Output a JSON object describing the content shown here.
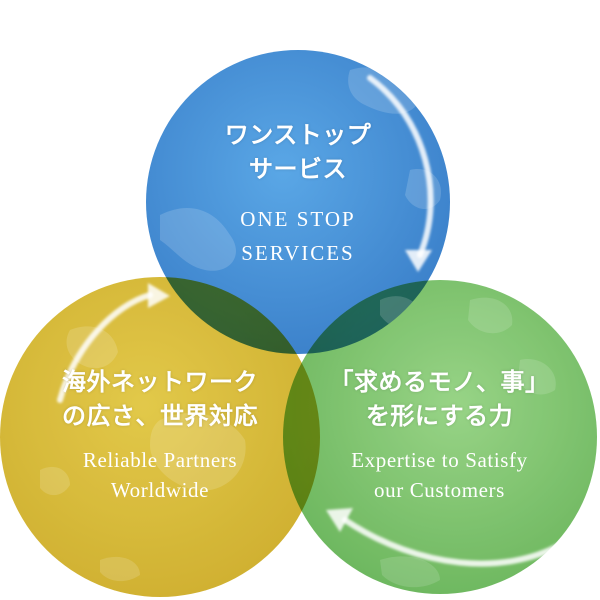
{
  "colors": {
    "blue": "#3f8bd2",
    "yellow": "#d2b52a",
    "green": "#6cbc5c",
    "text": "#ffffff"
  },
  "circles": {
    "top": {
      "jp_line1": "ワンストップ",
      "jp_line2": "サービス",
      "en_line1": "ONE STOP",
      "en_line2": "SERVICES"
    },
    "left": {
      "jp_line1": "海外ネットワーク",
      "jp_line2": "の広さ、世界対応",
      "en_line1": "Reliable Partners",
      "en_line2": "Worldwide"
    },
    "right": {
      "jp_line1": "「求めるモノ、事」",
      "jp_line2": "を形にする力",
      "en_line1": "Expertise to Satisfy",
      "en_line2": "our Customers"
    }
  }
}
